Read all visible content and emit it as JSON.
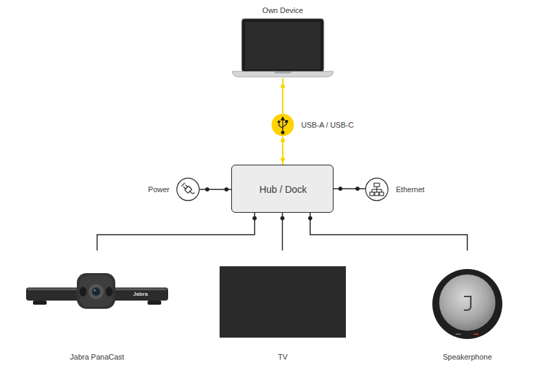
{
  "diagram": {
    "nodes": [
      {
        "text": [
          "Own Device"
        ]
      },
      {
        "text": [
          "USB-A / USB-C"
        ]
      },
      {
        "text": [
          "Power"
        ]
      },
      {
        "text": [
          "Hub / Dock"
        ]
      },
      {
        "text": [
          "Ethernet"
        ]
      },
      {
        "text": [
          "Jabra PanaCast"
        ]
      },
      {
        "text": [
          "TV"
        ]
      },
      {
        "text": [
          "Speakerphone"
        ]
      }
    ],
    "edges": [
      {
        "from": 0,
        "to": 1,
        "arrow": "none"
      },
      {
        "from": 1,
        "to": 3,
        "arrow": "none"
      },
      {
        "from": 2,
        "to": 3,
        "arrow": "none"
      },
      {
        "from": 3,
        "to": 4,
        "arrow": "none"
      },
      {
        "from": 3,
        "to": 5,
        "arrow": "none"
      },
      {
        "from": 3,
        "to": 6,
        "arrow": "none"
      },
      {
        "from": 3,
        "to": 7,
        "arrow": "none"
      }
    ],
    "labels": [
      "Jabra"
    ]
  }
}
